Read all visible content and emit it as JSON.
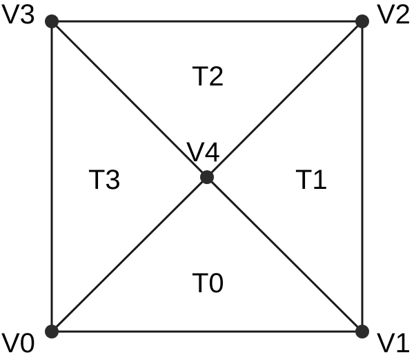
{
  "vertices": [
    {
      "id": "V0",
      "label": "V0"
    },
    {
      "id": "V1",
      "label": "V1"
    },
    {
      "id": "V2",
      "label": "V2"
    },
    {
      "id": "V3",
      "label": "V3"
    },
    {
      "id": "V4",
      "label": "V4"
    }
  ],
  "edges": [
    [
      "V0",
      "V1"
    ],
    [
      "V1",
      "V2"
    ],
    [
      "V2",
      "V3"
    ],
    [
      "V3",
      "V0"
    ],
    [
      "V0",
      "V4"
    ],
    [
      "V1",
      "V4"
    ],
    [
      "V2",
      "V4"
    ],
    [
      "V3",
      "V4"
    ]
  ],
  "triangles": [
    {
      "id": "T0",
      "label": "T0",
      "vertices": [
        "V0",
        "V1",
        "V4"
      ]
    },
    {
      "id": "T1",
      "label": "T1",
      "vertices": [
        "V1",
        "V2",
        "V4"
      ]
    },
    {
      "id": "T2",
      "label": "T2",
      "vertices": [
        "V2",
        "V3",
        "V4"
      ]
    },
    {
      "id": "T3",
      "label": "T3",
      "vertices": [
        "V3",
        "V0",
        "V4"
      ]
    }
  ]
}
